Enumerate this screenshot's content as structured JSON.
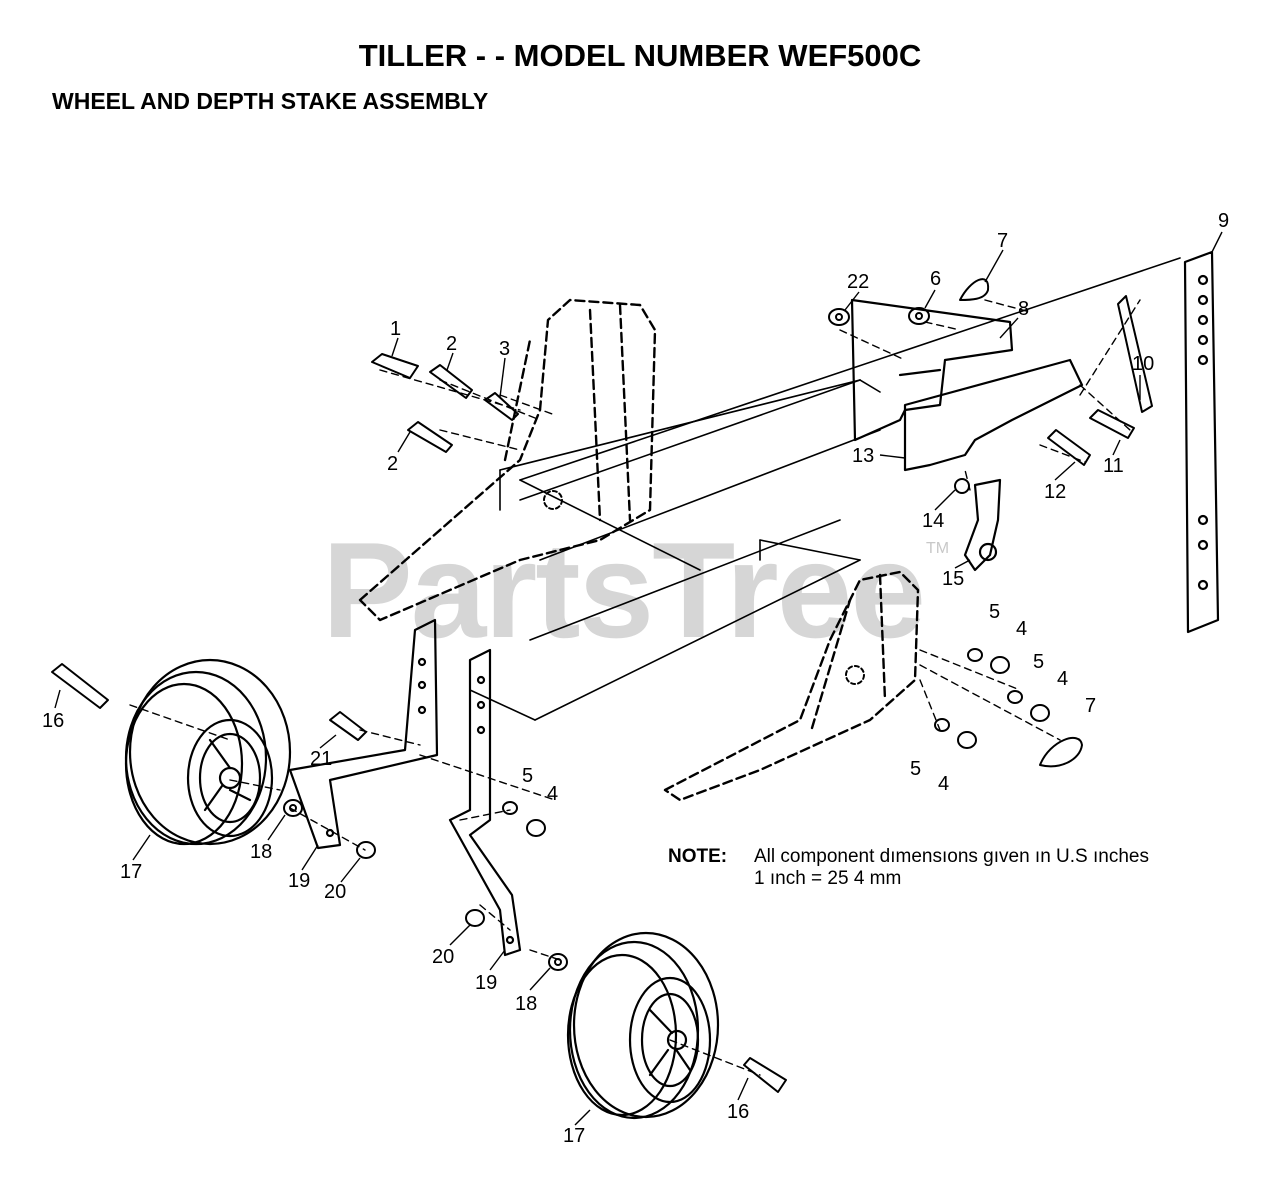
{
  "title": "TILLER - - MODEL NUMBER WEF500C",
  "subtitle": "WHEEL AND DEPTH STAKE ASSEMBLY",
  "watermark": "PartsTree",
  "watermark_tm": "TM",
  "note": {
    "label": "NOTE:",
    "line1": "All component dımensıons gıven ın U.S  ınches",
    "line2": "1 ınch = 25 4 mm"
  },
  "callouts": {
    "c1": "1",
    "c2a": "2",
    "c2b": "2",
    "c3": "3",
    "c4a": "4",
    "c4b": "4",
    "c4c": "4",
    "c4d": "4",
    "c5a": "5",
    "c5b": "5",
    "c5c": "5",
    "c5d": "5",
    "c6": "6",
    "c7a": "7",
    "c7b": "7",
    "c8": "8",
    "c9": "9",
    "c10": "10",
    "c11": "11",
    "c12": "12",
    "c13": "13",
    "c14": "14",
    "c15": "15",
    "c16a": "16",
    "c16b": "16",
    "c17a": "17",
    "c17b": "17",
    "c18a": "18",
    "c18b": "18",
    "c19a": "19",
    "c19b": "19",
    "c20a": "20",
    "c20b": "20",
    "c21": "21",
    "c22": "22"
  }
}
